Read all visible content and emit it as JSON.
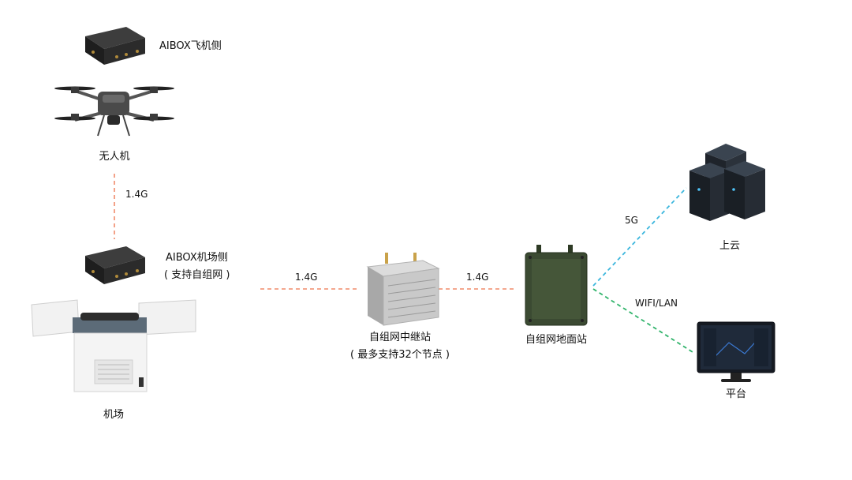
{
  "nodes": {
    "aibox_drone_label": "AIBOX飞机侧",
    "drone_label": "无人机",
    "aibox_dock_label_line1": "AIBOX机场侧",
    "aibox_dock_label_line2": "( 支持自组网 )",
    "dock_label": "机场",
    "relay_label_line1": "自组网中继站",
    "relay_label_line2": "( 最多支持32个节点 )",
    "ground_label": "自组网地面站",
    "cloud_label": "上云",
    "platform_label": "平台"
  },
  "links": {
    "drone_to_dock": "1.4G",
    "dock_to_relay": "1.4G",
    "relay_to_ground": "1.4G",
    "ground_to_cloud": "5G",
    "ground_to_platform": "WIFI/LAN"
  },
  "colors": {
    "link_1_4g": "#f08a6a",
    "link_5g": "#3bb6dd",
    "link_wifi": "#2fb36a",
    "device_dark": "#2b2b2b",
    "ground_station": "#3b4a32",
    "relay_silver": "#c9c9c9",
    "server_dark": "#1f242b"
  }
}
